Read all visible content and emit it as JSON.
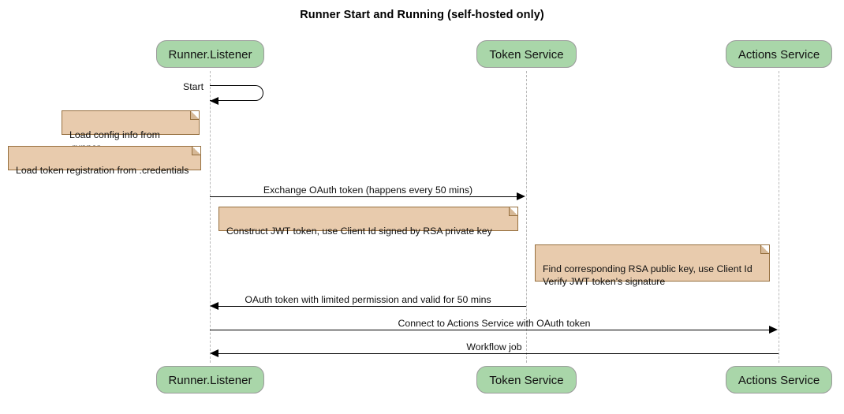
{
  "diagram": {
    "type": "sequence-diagram",
    "title": "Runner Start and Running (self-hosted only)",
    "colors": {
      "participant_fill": "#a9d6a9",
      "participant_border": "#9a9a9a",
      "note_fill": "#e8cbad",
      "note_border": "#97703f",
      "lifeline": "#b9b9b9",
      "message": "#000000",
      "background": "#ffffff"
    }
  },
  "participants": [
    {
      "id": "runner",
      "label": "Runner.Listener"
    },
    {
      "id": "token",
      "label": "Token Service"
    },
    {
      "id": "actions",
      "label": "Actions Service"
    }
  ],
  "messages": [
    {
      "id": "m1",
      "label": "Start",
      "from": "runner",
      "to": "runner",
      "kind": "self-loop",
      "arrow": "left"
    },
    {
      "id": "m2",
      "label": "Exchange OAuth token (happens every 50 mins)",
      "from": "runner",
      "to": "token",
      "kind": "solid",
      "arrow": "right"
    },
    {
      "id": "m3",
      "label": "OAuth token with limited permission and valid for 50 mins",
      "from": "token",
      "to": "runner",
      "kind": "solid",
      "arrow": "left"
    },
    {
      "id": "m4",
      "label": "Connect to Actions Service with OAuth token",
      "from": "runner",
      "to": "actions",
      "kind": "solid",
      "arrow": "right"
    },
    {
      "id": "m5",
      "label": "Workflow job",
      "from": "actions",
      "to": "runner",
      "kind": "solid",
      "arrow": "left"
    }
  ],
  "notes": [
    {
      "id": "n1",
      "text": "Load config info from .runner",
      "over": "runner"
    },
    {
      "id": "n2",
      "text": "Load token registration from .credentials",
      "over": "runner"
    },
    {
      "id": "n3",
      "text": "Construct JWT token, use Client Id signed by RSA private key",
      "over": "runner"
    },
    {
      "id": "n4",
      "text": "Find corresponding RSA public key, use Client Id\nVerify JWT token's signature",
      "over": "token"
    }
  ]
}
